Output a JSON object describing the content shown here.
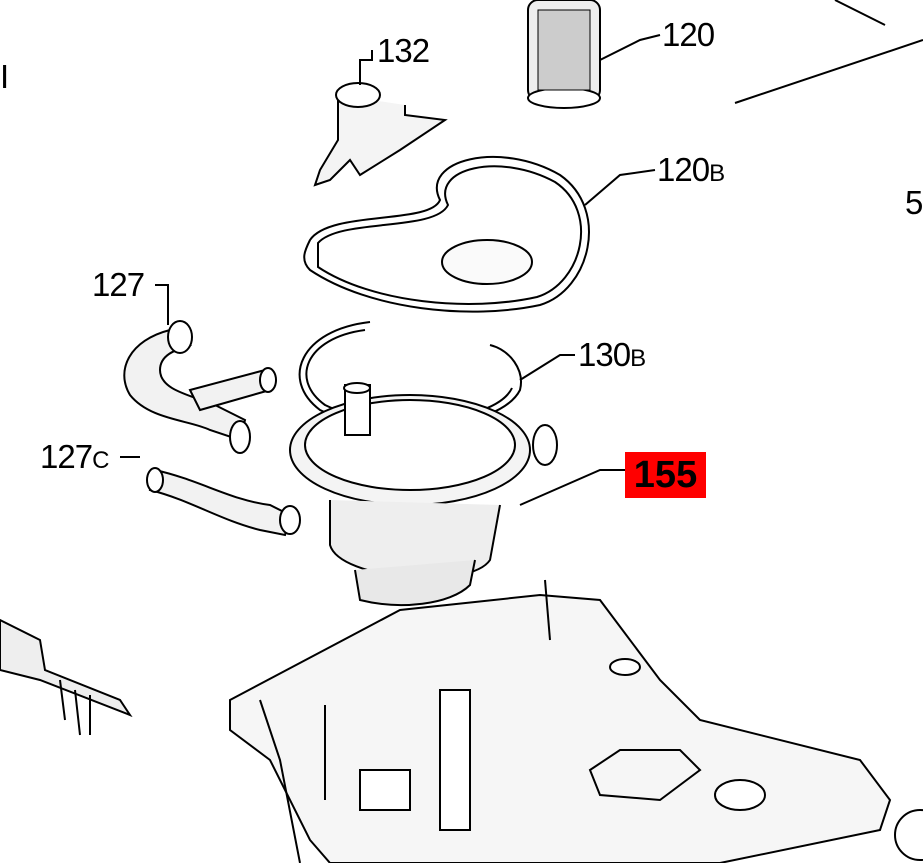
{
  "diagram": {
    "highlighted_part": "155",
    "highlight_color": "#ff0000",
    "labels": {
      "p132": "132",
      "p120": "120",
      "p120b": "120",
      "p120b_suffix": "B",
      "p127": "127",
      "p130b": "130",
      "p130b_suffix": "B",
      "p127c": "127",
      "p127c_suffix": "C",
      "p155": "155",
      "edge_right": "5",
      "edge_left": "I"
    }
  }
}
